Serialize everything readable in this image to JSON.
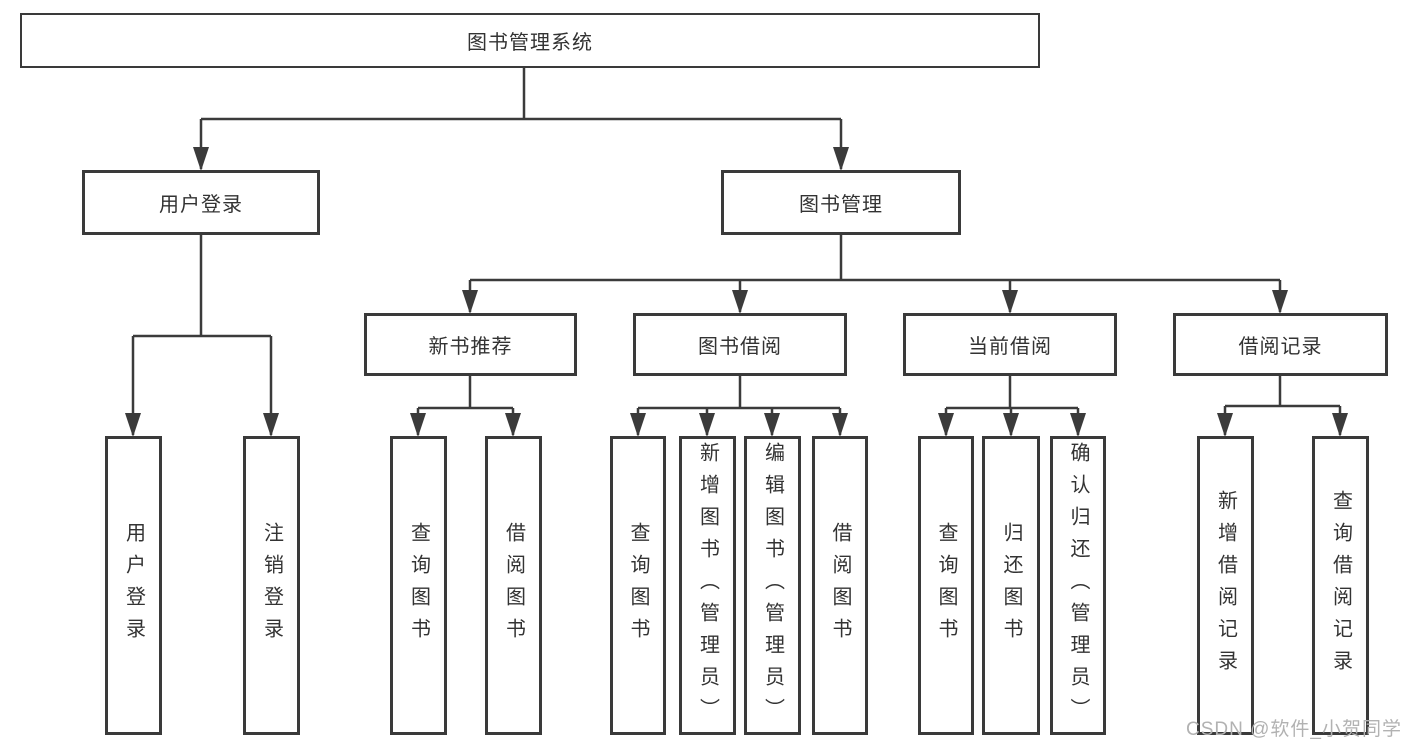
{
  "diagram": {
    "type": "tree",
    "root": {
      "label": "图书管理系统"
    },
    "level2": [
      {
        "label": "用户登录"
      },
      {
        "label": "图书管理"
      }
    ],
    "level3": [
      {
        "label": "新书推荐",
        "parent": "图书管理"
      },
      {
        "label": "图书借阅",
        "parent": "图书管理"
      },
      {
        "label": "当前借阅",
        "parent": "图书管理"
      },
      {
        "label": "借阅记录",
        "parent": "图书管理"
      }
    ],
    "leaves": [
      {
        "label": "用户登录",
        "parent": "用户登录"
      },
      {
        "label": "注销登录",
        "parent": "用户登录"
      },
      {
        "label": "查询图书",
        "parent": "新书推荐"
      },
      {
        "label": "借阅图书",
        "parent": "新书推荐"
      },
      {
        "label": "查询图书",
        "parent": "图书借阅"
      },
      {
        "label": "新增图书（管理员）",
        "parent": "图书借阅"
      },
      {
        "label": "编辑图书（管理员）",
        "parent": "图书借阅"
      },
      {
        "label": "借阅图书",
        "parent": "图书借阅"
      },
      {
        "label": "查询图书",
        "parent": "当前借阅"
      },
      {
        "label": "归还图书",
        "parent": "当前借阅"
      },
      {
        "label": "确认归还（管理员）",
        "parent": "当前借阅"
      },
      {
        "label": "新增借阅记录",
        "parent": "借阅记录"
      },
      {
        "label": "查询借阅记录",
        "parent": "借阅记录"
      }
    ]
  },
  "watermark": "CSDN @软件_小贺同学",
  "colors": {
    "line": "#3b3b3b",
    "border": "#3a3a3a",
    "text": "#333333",
    "watermark": "#b2b2b2",
    "background": "#ffffff"
  }
}
